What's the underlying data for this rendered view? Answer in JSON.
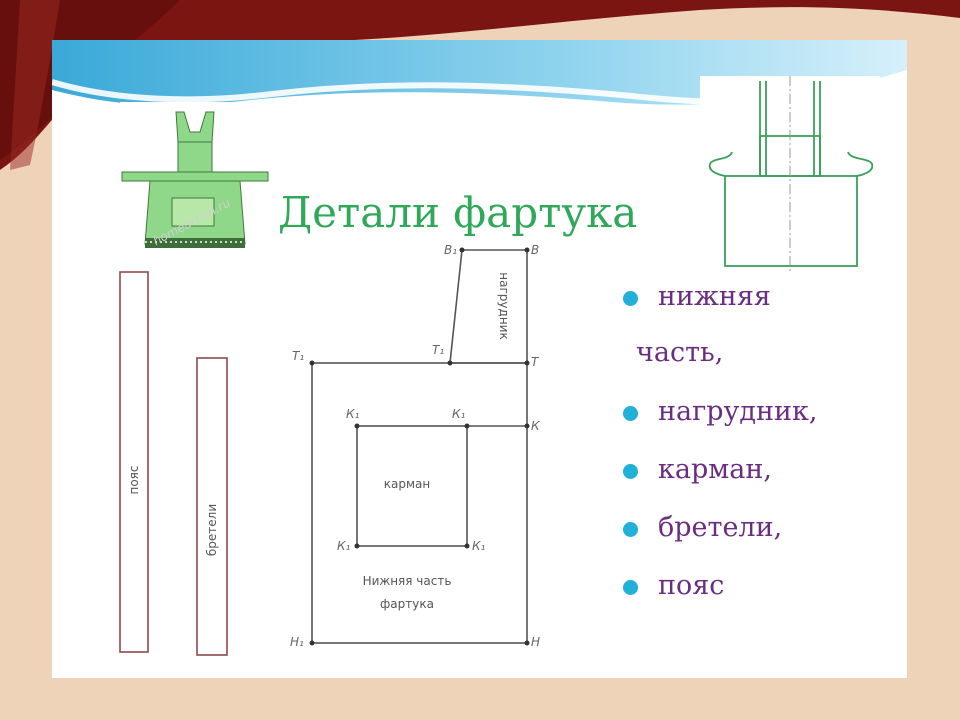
{
  "slide": {
    "title": "Детали фартука",
    "bullets": [
      {
        "line1": "нижняя",
        "line2": "часть,"
      },
      {
        "line1": "нагрудник,"
      },
      {
        "line1": "карман,"
      },
      {
        "line1": "бретели,"
      },
      {
        "line1": "пояс"
      }
    ]
  },
  "thumbnail": {
    "watermark": "homeart-ivi.ru"
  },
  "pattern": {
    "strip_belt": "пояс",
    "strip_straps": "бретели",
    "bib_label": "нагрудник",
    "pocket_label": "карман",
    "bottom_label_line1": "Нижняя часть",
    "bottom_label_line2": "фартука",
    "points": {
      "B_left": "В₁",
      "B_right": "В",
      "T_left": "Т₁",
      "T_mid": "Т₁",
      "T_right": "Т",
      "K_tl": "К₁",
      "K_tr": "К₁",
      "K_right": "К",
      "K_bl": "К₁",
      "K_br": "К₁",
      "H_left": "Н₁",
      "H_right": "Н"
    }
  },
  "colors": {
    "title": "#2fa85a",
    "bullet_text": "#6a2d82",
    "bullet_dot": "#20b0d8",
    "pattern_line": "#8b4a4a",
    "apron_green": "#8fd889",
    "curtain": "#7a1512"
  }
}
